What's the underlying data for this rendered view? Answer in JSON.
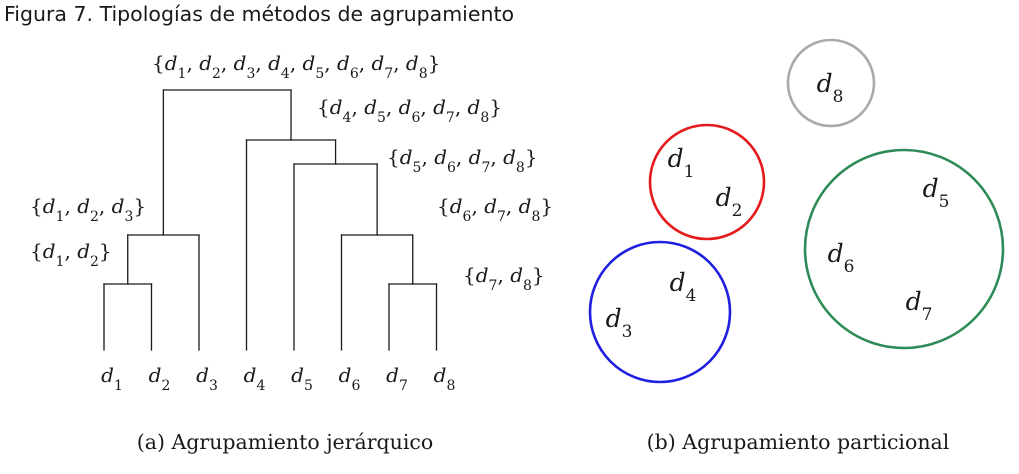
{
  "title": "Figura 7. Tipologías de métodos de agrupamiento",
  "documents": [
    {
      "id": "d1",
      "base": "d",
      "sub": "1"
    },
    {
      "id": "d2",
      "base": "d",
      "sub": "2"
    },
    {
      "id": "d3",
      "base": "d",
      "sub": "3"
    },
    {
      "id": "d4",
      "base": "d",
      "sub": "4"
    },
    {
      "id": "d5",
      "base": "d",
      "sub": "5"
    },
    {
      "id": "d6",
      "base": "d",
      "sub": "6"
    },
    {
      "id": "d7",
      "base": "d",
      "sub": "7"
    },
    {
      "id": "d8",
      "base": "d",
      "sub": "8"
    }
  ],
  "hierarchical": {
    "caption": "(a) Agrupamiento jerárquico",
    "merges": [
      {
        "members": [
          "d1",
          "d2"
        ],
        "children": [
          "d1",
          "d2"
        ],
        "level": 1,
        "labeled": true
      },
      {
        "members": [
          "d7",
          "d8"
        ],
        "children": [
          "d7",
          "d8"
        ],
        "level": 1,
        "labeled": true
      },
      {
        "members": [
          "d1",
          "d2",
          "d3"
        ],
        "children": [
          "d1,d2",
          "d3"
        ],
        "level": 2,
        "labeled": true
      },
      {
        "members": [
          "d6",
          "d7",
          "d8"
        ],
        "children": [
          "d6",
          "d7,d8"
        ],
        "level": 2,
        "labeled": true
      },
      {
        "members": [
          "d5",
          "d6",
          "d7",
          "d8"
        ],
        "children": [
          "d5",
          "d6,d7,d8"
        ],
        "level": 3,
        "labeled": true
      },
      {
        "members": [
          "d4",
          "d5",
          "d6",
          "d7",
          "d8"
        ],
        "children": [
          "d4",
          "d5,d6,d7,d8"
        ],
        "level": 4,
        "labeled": true
      },
      {
        "members": [
          "d1",
          "d2",
          "d3",
          "d4",
          "d5",
          "d6",
          "d7",
          "d8"
        ],
        "children": [
          "d1,d2,d3",
          "d4,d5,d6,d7,d8"
        ],
        "level": 5,
        "labeled": true
      }
    ]
  },
  "partitional": {
    "caption": "(b) Agrupamiento particional",
    "clusters": [
      {
        "name": "cluster-d8",
        "color": "#aaaaaa",
        "members": [
          "d8"
        ]
      },
      {
        "name": "cluster-d1-d2",
        "color": "#e41a1c",
        "members": [
          "d1",
          "d2"
        ]
      },
      {
        "name": "cluster-d3-d4",
        "color": "#1f1fe0",
        "members": [
          "d4",
          "d3"
        ]
      },
      {
        "name": "cluster-d5-d6-d7",
        "color": "#2e8b57",
        "members": [
          "d5",
          "d6",
          "d7"
        ]
      }
    ]
  }
}
